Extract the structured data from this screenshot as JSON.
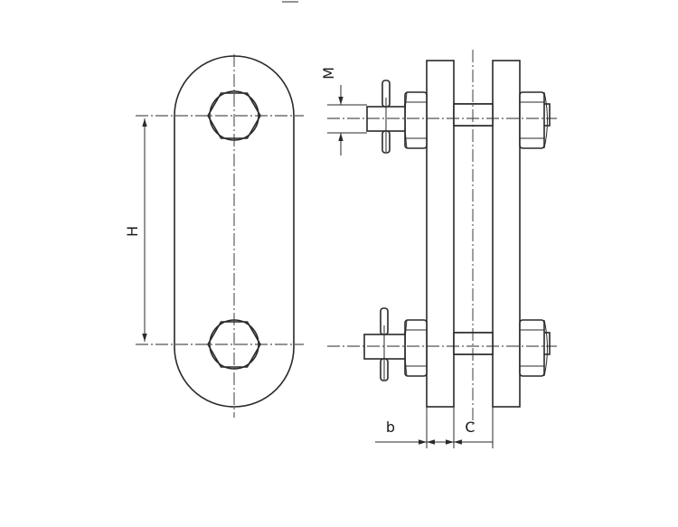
{
  "drawing": {
    "labels": {
      "height": "H",
      "bolt": "M",
      "gap_b": "b",
      "thickness_c": "C"
    }
  }
}
